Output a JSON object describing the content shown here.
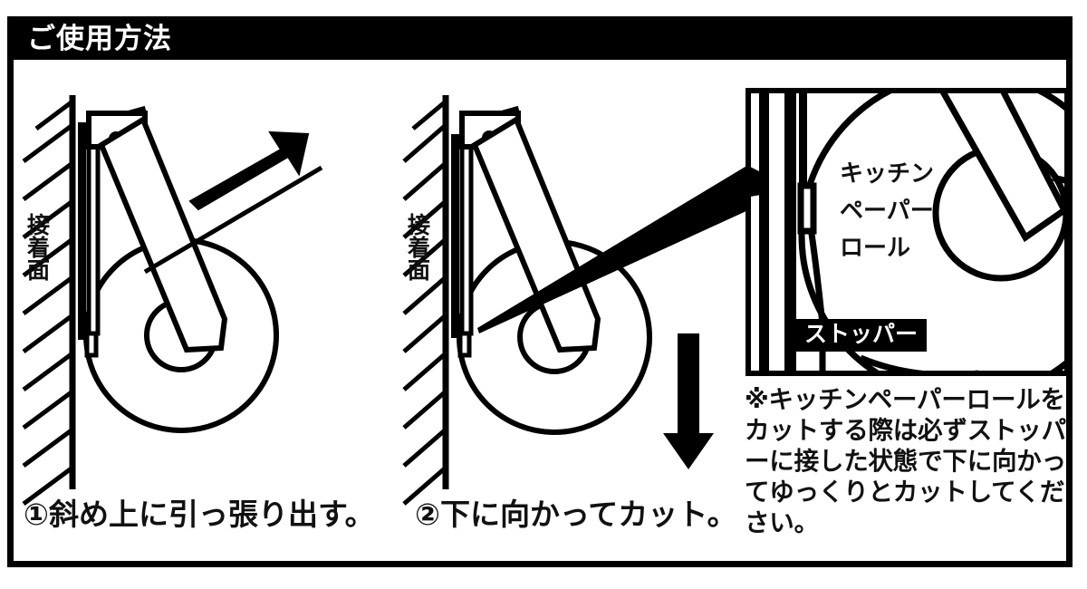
{
  "header": {
    "title": "ご使用方法"
  },
  "panels": [
    {
      "id": "step-1",
      "caption": "①斜め上に引っ張り出す。",
      "wall_label": "接着面",
      "arrow_direction": "diagonal-up-right"
    },
    {
      "id": "step-2",
      "caption": "②下に向かってカット。",
      "wall_label": "接着面",
      "arrow_direction": "down"
    }
  ],
  "inset": {
    "roll_label": "キッチン\nペーパー\nロール",
    "stopper_label": "ストッパー"
  },
  "note": {
    "text": "※キッチンペーパーロールをカットする際は必ずストッパーに接した状態で下に向かってゆっくりとカットしてください。"
  },
  "colors": {
    "ink": "#000000",
    "paper": "#ffffff",
    "text": "#111111"
  }
}
